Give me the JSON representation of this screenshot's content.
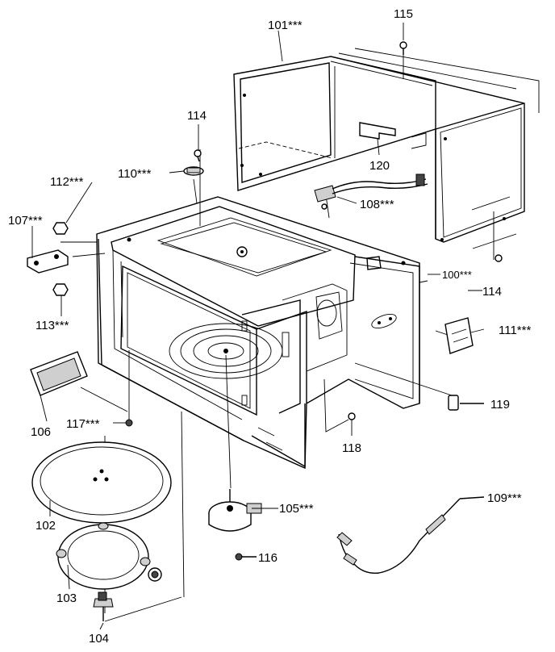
{
  "labels": {
    "l101": "101***",
    "l115": "115",
    "l114a": "114",
    "l110": "110***",
    "l120": "120",
    "l112": "112***",
    "l108": "108***",
    "l107": "107***",
    "l100": "100***",
    "l114b": "114",
    "l113": "113***",
    "l111": "111***",
    "l119": "119",
    "l106": "106",
    "l117": "117***",
    "l118": "118",
    "l105": "105***",
    "l109": "109***",
    "l102": "102",
    "l116": "116",
    "l103": "103",
    "l104": "104"
  }
}
